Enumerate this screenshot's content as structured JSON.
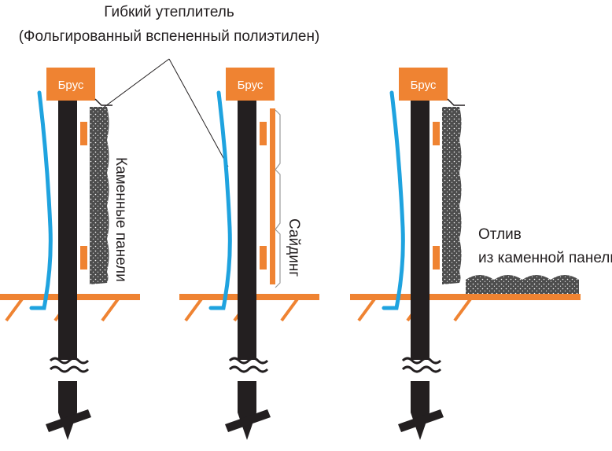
{
  "insulation_label": {
    "line1": "Гибкий утеплитель",
    "line2": "(Фольгированный вспененный полиэтилен)"
  },
  "beam_label": "Брус",
  "panels": [
    {
      "vertical_label": "Каменные панели"
    },
    {
      "vertical_label": "Сайдинг"
    },
    {
      "label_line1": "Отлив",
      "label_line2": "из каменной панели"
    }
  ],
  "colors": {
    "orange": "#ef8332",
    "pile": "#231f20",
    "insulation": "#1fa3df",
    "stone": "#4d4d4d",
    "siding": "#ef8332"
  },
  "icons": [
    "break-symbol-icon",
    "screw-pile-tip-icon"
  ]
}
